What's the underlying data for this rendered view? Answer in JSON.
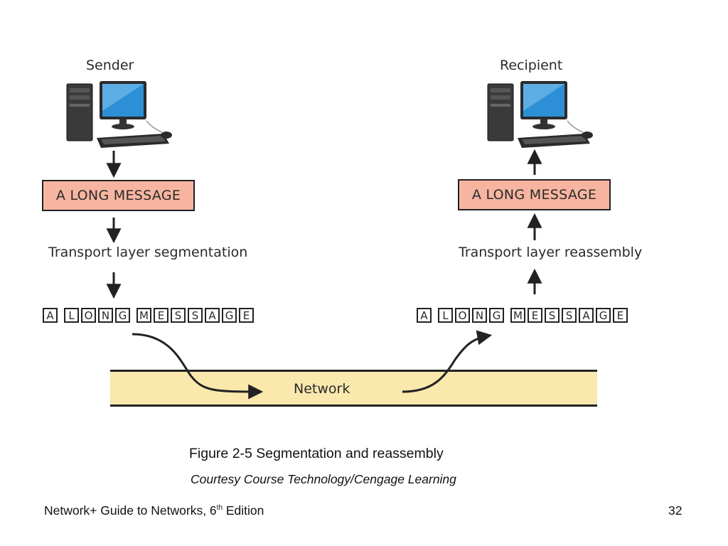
{
  "diagram": {
    "sender_label": "Sender",
    "recipient_label": "Recipient",
    "sender_message": "A LONG MESSAGE",
    "recipient_message": "A LONG MESSAGE",
    "segmentation_label": "Transport layer segmentation",
    "reassembly_label": "Transport layer reassembly",
    "segments": [
      "A",
      "L",
      "O",
      "N",
      "G",
      "M",
      "E",
      "S",
      "S",
      "A",
      "G",
      "E"
    ],
    "network_label": "Network",
    "colors": {
      "message_box": "#f7b5a1",
      "network_band": "#fbe8ad"
    },
    "icons": [
      "desktop-computer-icon"
    ]
  },
  "caption": {
    "figure": "Figure 2-5 Segmentation and reassembly",
    "credit": "Courtesy Course Technology/Cengage Learning"
  },
  "footer": {
    "book_title_prefix": "Network+ Guide to Networks, 6",
    "edition_sup": "th",
    "edition_suffix": " Edition",
    "page_number": "32"
  }
}
